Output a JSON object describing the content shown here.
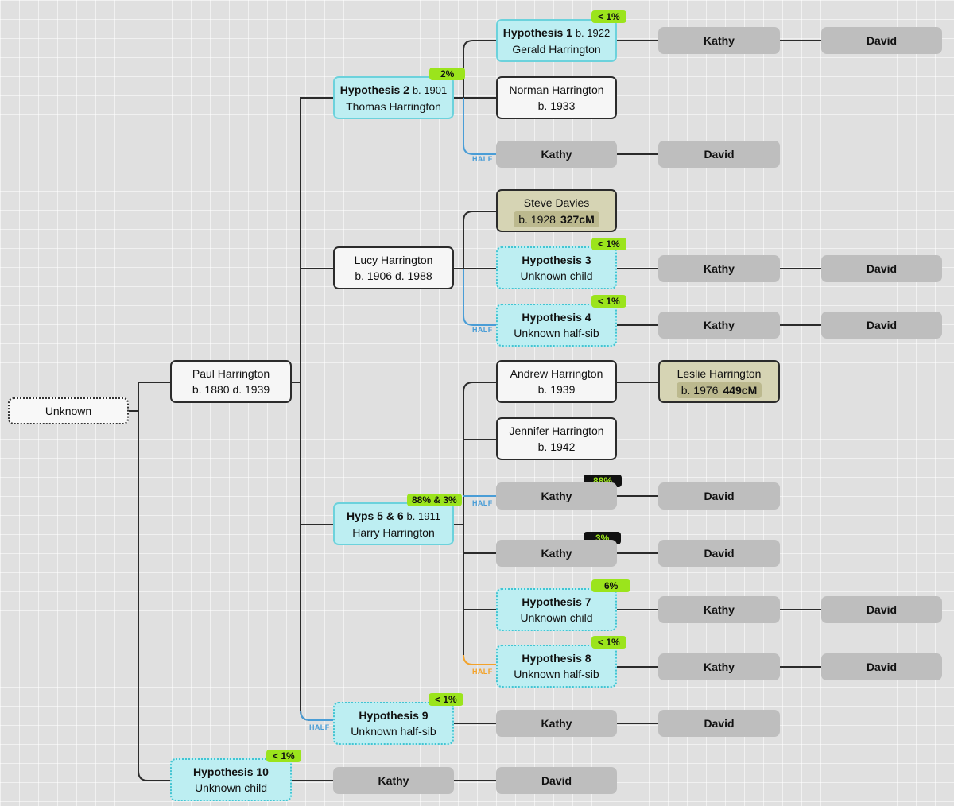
{
  "root": {
    "label": "Unknown"
  },
  "paul": {
    "name": "Paul Harrington",
    "dates": "b. 1880 d. 1939"
  },
  "hyp1": {
    "title": "Hypothesis 1",
    "born": "b. 1922",
    "name": "Gerald Harrington",
    "badge": "< 1%"
  },
  "hyp2": {
    "title": "Hypothesis 2",
    "born": "b. 1901",
    "name": "Thomas Harrington",
    "badge": "2%"
  },
  "norman": {
    "name": "Norman Harrington",
    "dates": "b. 1933"
  },
  "steve": {
    "name": "Steve Davies",
    "born": "b. 1928",
    "cm": "327cM"
  },
  "lucy": {
    "name": "Lucy Harrington",
    "dates": "b. 1906 d. 1988"
  },
  "hyp3": {
    "title": "Hypothesis 3",
    "sub": "Unknown child",
    "badge": "< 1%"
  },
  "hyp4": {
    "title": "Hypothesis 4",
    "sub": "Unknown half-sib",
    "badge": "< 1%"
  },
  "andrew": {
    "name": "Andrew Harrington",
    "dates": "b. 1939"
  },
  "leslie": {
    "name": "Leslie Harrington",
    "born": "b. 1976",
    "cm": "449cM"
  },
  "jennifer": {
    "name": "Jennifer Harrington",
    "dates": "b. 1942"
  },
  "hyp56": {
    "title": "Hyps 5 & 6",
    "born": "b. 1911",
    "name": "Harry Harrington",
    "badge": "88% & 3%"
  },
  "badge88": "88%",
  "badge3": "3%",
  "hyp7": {
    "title": "Hypothesis 7",
    "sub": "Unknown child",
    "badge": "6%"
  },
  "hyp8": {
    "title": "Hypothesis 8",
    "sub": "Unknown half-sib",
    "badge": "< 1%"
  },
  "hyp9": {
    "title": "Hypothesis 9",
    "sub": "Unknown half-sib",
    "badge": "< 1%"
  },
  "hyp10": {
    "title": "Hypothesis 10",
    "sub": "Unknown child",
    "badge": "< 1%"
  },
  "kathy": "Kathy",
  "david": "David",
  "half": "HALF",
  "colors": {
    "hypothesis_fill": "#bdeef2",
    "hypothesis_border": "#6cd2dc",
    "badge": "#9be41c",
    "match_fill": "#d6d4b4",
    "half_blue": "#4a9dd6",
    "half_orange": "#f3a229",
    "descendant_gray": "#bebebe"
  }
}
